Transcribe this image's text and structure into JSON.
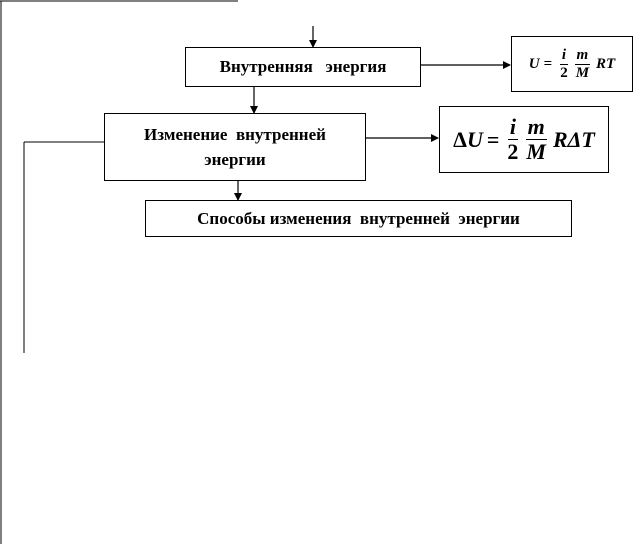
{
  "boxes": {
    "internal_energy": "Внутренняя   энергия",
    "change_line1": "Изменение  внутренней",
    "change_line2": "энергии",
    "methods": "Способы изменения  внутренней  энергии"
  },
  "formula1": {
    "lhs": "U",
    "eq": "=",
    "f1_num": "i",
    "f1_den": "2",
    "f2_num": "m",
    "f2_den": "M",
    "rhs": "RT"
  },
  "formula2": {
    "delta": "Δ",
    "lhs": "U",
    "eq": "=",
    "f1_num": "i",
    "f1_den": "2",
    "f2_num": "m",
    "f2_den": "M",
    "rhs": "RΔT"
  }
}
